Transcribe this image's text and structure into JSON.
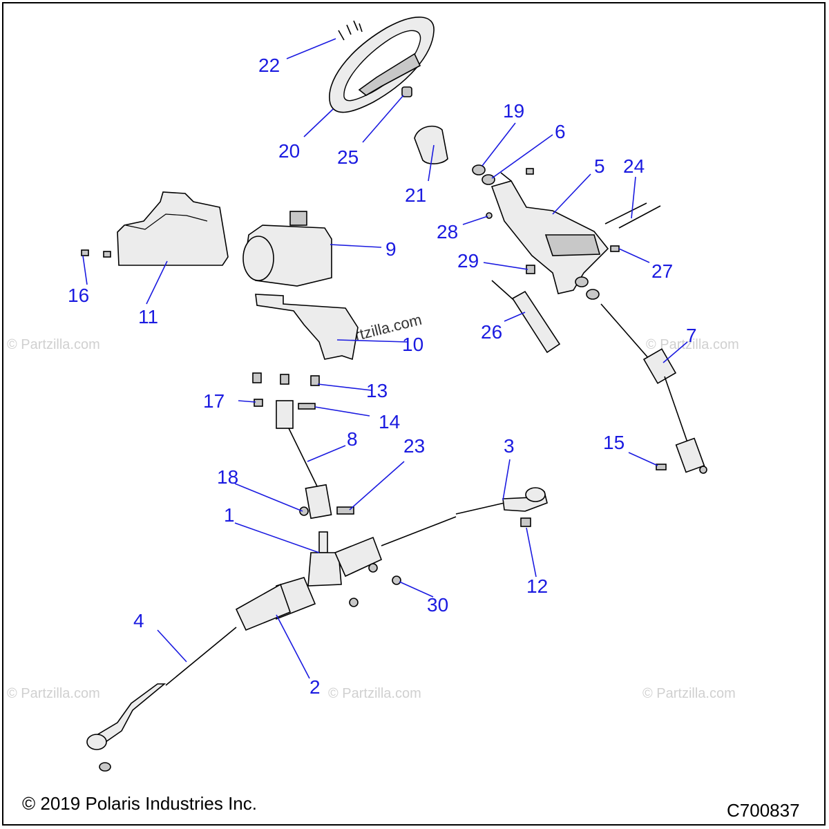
{
  "copyright": "© 2019 Polaris Industries Inc.",
  "diagram_code": "C700837",
  "watermark": "© Partzilla.com",
  "callouts": {
    "1": "1",
    "2": "2",
    "3": "3",
    "4": "4",
    "5": "5",
    "6": "6",
    "7": "7",
    "8": "8",
    "9": "9",
    "10": "10",
    "11": "11",
    "12": "12",
    "13": "13",
    "14": "14",
    "15": "15",
    "16": "16",
    "17": "17",
    "18": "18",
    "19": "19",
    "20": "20",
    "21": "21",
    "22": "22",
    "23": "23",
    "24": "24",
    "25": "25",
    "26": "26",
    "27": "27",
    "28": "28",
    "29": "29",
    "30": "30"
  },
  "colors": {
    "callout": "#1a1ae0",
    "line": "#000000",
    "watermark": "#d0d0d0"
  }
}
